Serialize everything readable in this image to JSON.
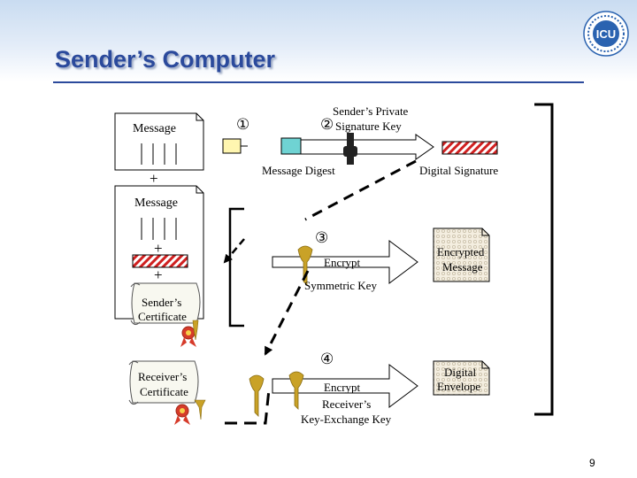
{
  "slide": {
    "title": "Sender’s Computer",
    "page_number": "9",
    "logo_text": "ICU"
  },
  "steps": {
    "step1": "①",
    "step2": "②",
    "step3": "③",
    "step4": "④"
  },
  "labels": {
    "message_top": "Message",
    "plus1": "+",
    "message_middle": "Message",
    "plus2": "+",
    "plus3": "+",
    "senders_certificate_line1": "Sender’s",
    "senders_certificate_line2": "Certificate",
    "receivers_certificate_line1": "Receiver’s",
    "receivers_certificate_line2": "Certificate",
    "private_key_line1": "Sender’s Private",
    "private_key_line2": "Signature Key",
    "message_digest": "Message Digest",
    "digital_signature": "Digital Signature",
    "encrypt1": "Encrypt",
    "symmetric_key": "Symmetric Key",
    "encrypted_message_line1": "Encrypted",
    "encrypted_message_line2": "Message",
    "encrypt2": "Encrypt",
    "receivers_key_line1": "Receiver’s",
    "receivers_key_line2": "Key-Exchange Key",
    "digital_envelope_line1": "Digital",
    "digital_envelope_line2": "Envelope"
  },
  "colors": {
    "title": "#2b4a9c",
    "digest_box": "#6fd3d3",
    "signature_hatch": "#d02020",
    "key_gold": "#c9a227",
    "ribbon_red": "#d63b2a"
  }
}
